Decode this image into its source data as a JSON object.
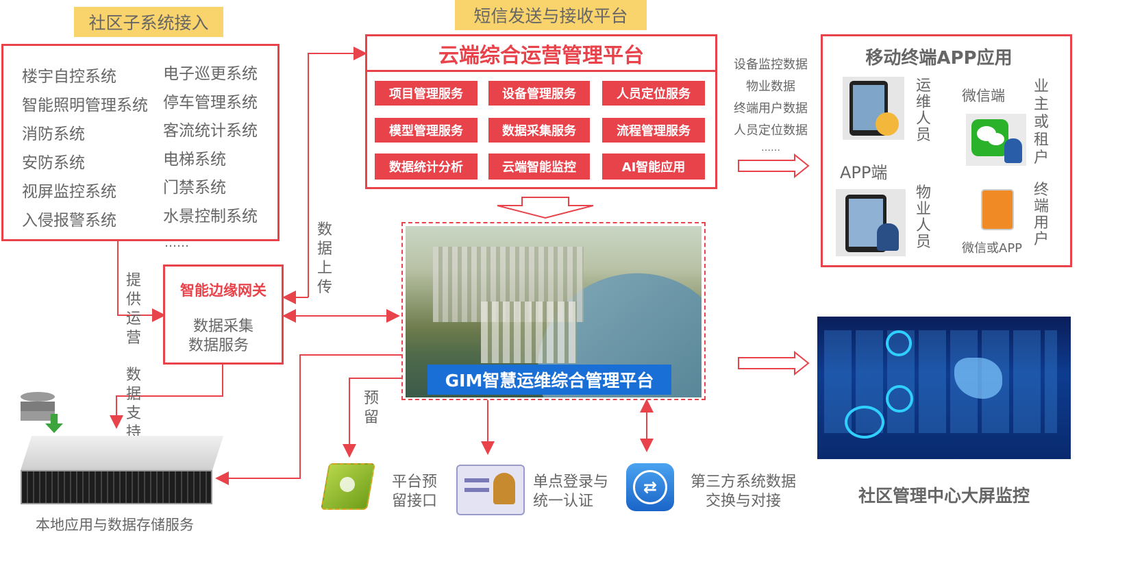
{
  "left": {
    "tag": "社区子系统接入",
    "col1": [
      "楼宇自控系统",
      "智能照明管理系统",
      "消防系统",
      "安防系统",
      "视屏监控系统",
      "入侵报警系统"
    ],
    "col2": [
      "电子巡更系统",
      "停车管理系统",
      "客流统计系统",
      "电梯系统",
      "门禁系统",
      "水景控制系统"
    ],
    "ellipsis": "……"
  },
  "gateway": {
    "title": "智能边缘网关",
    "line1": "数据采集",
    "line2": "数据服务"
  },
  "labels": {
    "provide_ops": "提供运营",
    "data_support": "数据支持",
    "data_upload": "数据上传",
    "reserve": "预留"
  },
  "cloud": {
    "tag": "短信发送与接收平台",
    "title": "云端综合运营管理平台",
    "services": [
      "项目管理服务",
      "设备管理服务",
      "人员定位服务",
      "模型管理服务",
      "数据采集服务",
      "流程管理服务",
      "数据统计分析",
      "云端智能监控",
      "AI智能应用"
    ]
  },
  "data_list": {
    "items": [
      "设备监控数据",
      "物业数据",
      "终端用户数据",
      "人员定位数据"
    ],
    "ellipsis": "……"
  },
  "mobile": {
    "title": "移动终端APP应用",
    "ops_staff": "运维人员",
    "wechat": "微信端",
    "owner": "业主或租户",
    "app_side": "APP端",
    "property_staff": "物业人员",
    "end_user": "终端用户",
    "wechat_or_app": "微信或APP"
  },
  "gim": {
    "title": "GIM智慧运维综合管理平台"
  },
  "bottom": {
    "storage": "本地应用与数据存储服务",
    "reserve_if": "平台预留接口",
    "sso": "单点登录与统一认证",
    "third_party": "第三方系统数据交换与对接"
  },
  "bigscreen": {
    "caption": "社区管理中心大屏监控"
  },
  "colors": {
    "accent": "#e8424b",
    "tag_bg": "#f9d36b",
    "gim_blue": "#1a6fd6"
  }
}
